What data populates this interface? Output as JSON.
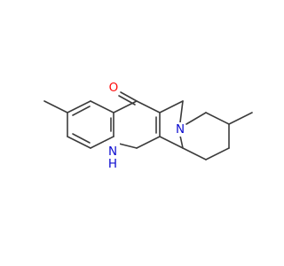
{
  "molecule": {
    "atoms": {
      "oxygen": {
        "label": "O",
        "color": "#ff0d0d"
      },
      "ring_nitrogen": {
        "label": "H\nN",
        "h": "H",
        "n": "N",
        "color": "#0c0cd0"
      },
      "piperidine_nitrogen": {
        "label": "N",
        "color": "#0c0cd0"
      }
    },
    "bond_color": "#3c3c3c"
  }
}
